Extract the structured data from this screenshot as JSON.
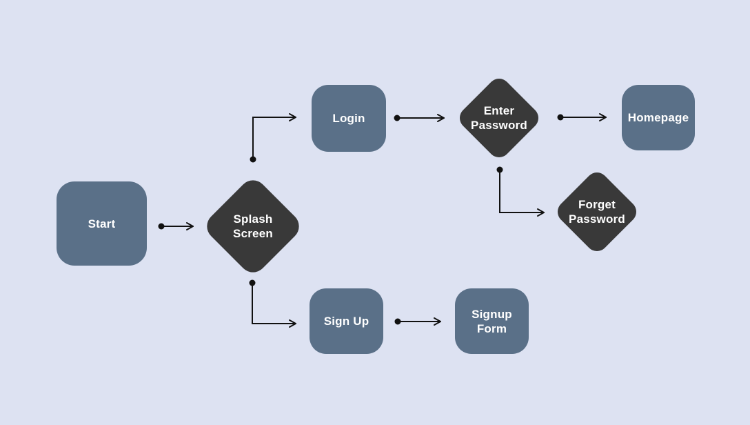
{
  "diagram": {
    "nodes": [
      {
        "id": "start",
        "type": "process",
        "label": "Start"
      },
      {
        "id": "splash-screen",
        "type": "decision",
        "label": "Splash Screen"
      },
      {
        "id": "login",
        "type": "process",
        "label": "Login"
      },
      {
        "id": "enter-password",
        "type": "decision",
        "label": "Enter Password"
      },
      {
        "id": "homepage",
        "type": "process",
        "label": "Homepage"
      },
      {
        "id": "forget-password",
        "type": "decision",
        "label": "Forget Password"
      },
      {
        "id": "sign-up",
        "type": "process",
        "label": "Sign Up"
      },
      {
        "id": "signup-form",
        "type": "process",
        "label": "Signup Form"
      }
    ],
    "edges": [
      {
        "from": "start",
        "to": "splash-screen"
      },
      {
        "from": "splash-screen",
        "to": "login"
      },
      {
        "from": "login",
        "to": "enter-password"
      },
      {
        "from": "enter-password",
        "to": "homepage"
      },
      {
        "from": "enter-password",
        "to": "forget-password"
      },
      {
        "from": "splash-screen",
        "to": "sign-up"
      },
      {
        "from": "sign-up",
        "to": "signup-form"
      }
    ]
  },
  "colors": {
    "background": "#dde2f2",
    "process_fill": "#5a7088",
    "decision_fill": "#393939",
    "label_text": "#ffffff",
    "connector": "#111111"
  }
}
